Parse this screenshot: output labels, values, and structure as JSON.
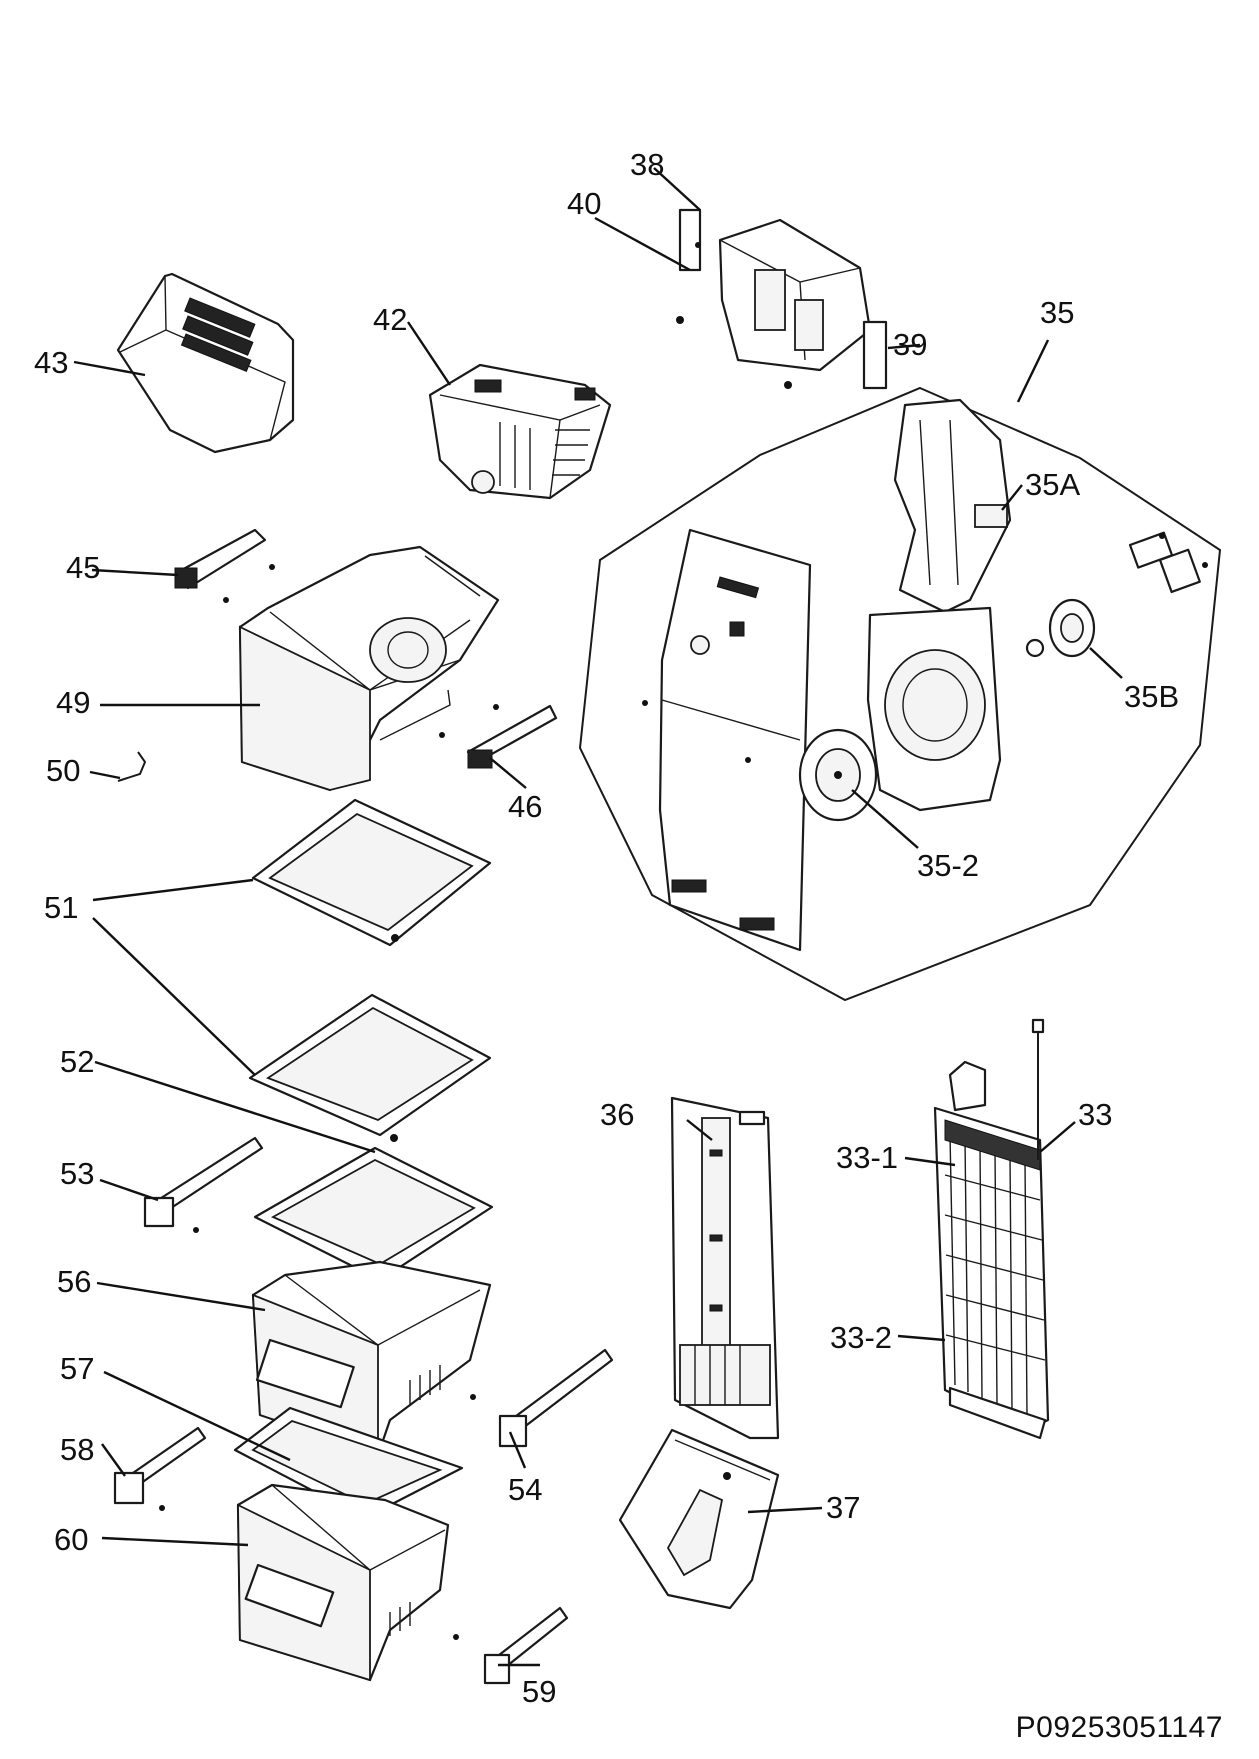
{
  "diagram": {
    "parts": [
      {
        "id": "p33",
        "label": "33"
      },
      {
        "id": "p33-1",
        "label": "33-1"
      },
      {
        "id": "p33-2",
        "label": "33-2"
      },
      {
        "id": "p35",
        "label": "35"
      },
      {
        "id": "p35A",
        "label": "35A"
      },
      {
        "id": "p35B",
        "label": "35B"
      },
      {
        "id": "p35-2",
        "label": "35-2"
      },
      {
        "id": "p36",
        "label": "36"
      },
      {
        "id": "p37",
        "label": "37"
      },
      {
        "id": "p38",
        "label": "38"
      },
      {
        "id": "p39",
        "label": "39"
      },
      {
        "id": "p40",
        "label": "40"
      },
      {
        "id": "p42",
        "label": "42"
      },
      {
        "id": "p43",
        "label": "43"
      },
      {
        "id": "p45",
        "label": "45"
      },
      {
        "id": "p46",
        "label": "46"
      },
      {
        "id": "p49",
        "label": "49"
      },
      {
        "id": "p50",
        "label": "50"
      },
      {
        "id": "p51",
        "label": "51"
      },
      {
        "id": "p52",
        "label": "52"
      },
      {
        "id": "p53",
        "label": "53"
      },
      {
        "id": "p54",
        "label": "54"
      },
      {
        "id": "p56",
        "label": "56"
      },
      {
        "id": "p57",
        "label": "57"
      },
      {
        "id": "p58",
        "label": "58"
      },
      {
        "id": "p59",
        "label": "59"
      },
      {
        "id": "p60",
        "label": "60"
      }
    ],
    "drawing_code": "P09253051147"
  }
}
